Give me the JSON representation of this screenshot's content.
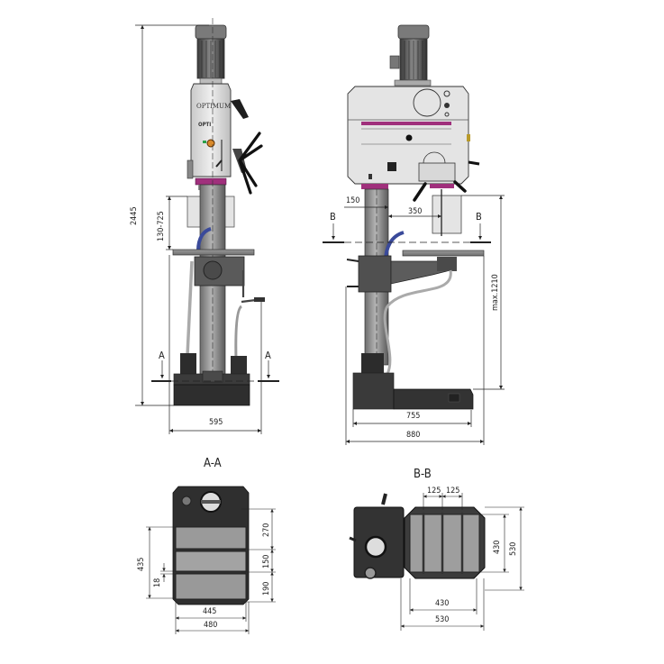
{
  "drawing": {
    "brand_label": "OPTIMUM",
    "model_label": "OPTI",
    "colors": {
      "machine_body": "#d9d9d9",
      "machine_dark": "#3c3c3c",
      "accent_magenta": "#a0307c",
      "coolant_hose": "#3a4a9a",
      "line": "#222222",
      "background": "#ffffff"
    }
  },
  "front_view": {
    "dims": {
      "overall_height": "2445",
      "spindle_travel": "130-725",
      "base_width": "595"
    },
    "section_marks": {
      "left": "A",
      "right": "A"
    }
  },
  "side_view": {
    "dims": {
      "column_dia": "150",
      "throat": "350",
      "table_height": "max.1210",
      "base_length": "755",
      "overall_depth": "880"
    },
    "section_marks": {
      "left": "B",
      "right": "B"
    }
  },
  "section_aa": {
    "title": "A-A",
    "dims": {
      "slot_1": "270",
      "slot_2": "150",
      "slot_3": "190",
      "slot_width": "18",
      "work_length": "435",
      "inner_width": "445",
      "outer_width": "480"
    }
  },
  "section_bb": {
    "title": "B-B",
    "dims": {
      "slot_spacing_1": "125",
      "slot_spacing_2": "125",
      "inner_height": "430",
      "outer_height": "530",
      "inner_width": "430",
      "outer_width": "530"
    }
  }
}
